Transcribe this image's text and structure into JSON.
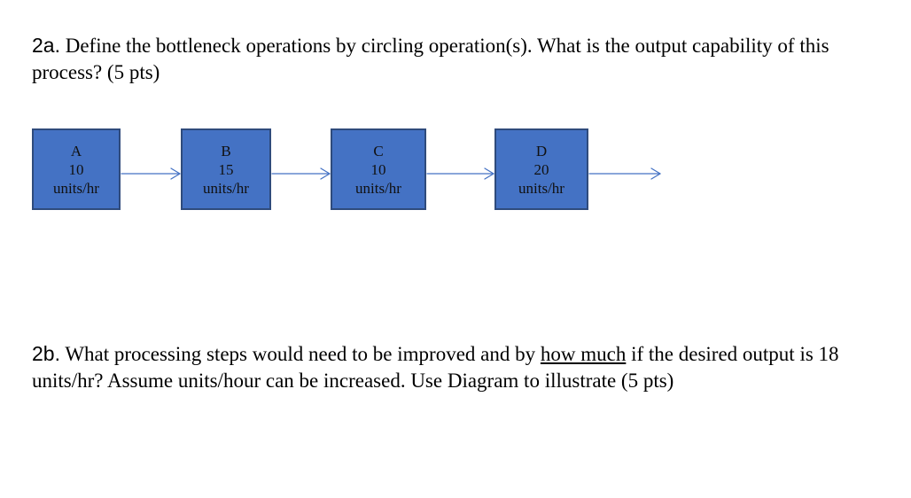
{
  "question_2a": {
    "number": "2a.",
    "text": "Define the bottleneck operations by circling operation(s). What is the output capability of this process? (5 pts)"
  },
  "operations": [
    {
      "name": "A",
      "rate": "10",
      "unit": "units/hr"
    },
    {
      "name": "B",
      "rate": "15",
      "unit": "units/hr"
    },
    {
      "name": "C",
      "rate": "10",
      "unit": "units/hr"
    },
    {
      "name": "D",
      "rate": "20",
      "unit": "units/hr"
    }
  ],
  "question_2b": {
    "number": "2b.",
    "text_before": "What processing steps would need to be improved and by",
    "underlined": "how much",
    "text_after": "if the desired output is 18 units/hr? Assume units/hour can be increased. Use Diagram to illustrate (5 pts)"
  },
  "colors": {
    "box_fill": "#4472c4",
    "box_border": "#2f4b7c",
    "arrow": "#4472c4"
  }
}
